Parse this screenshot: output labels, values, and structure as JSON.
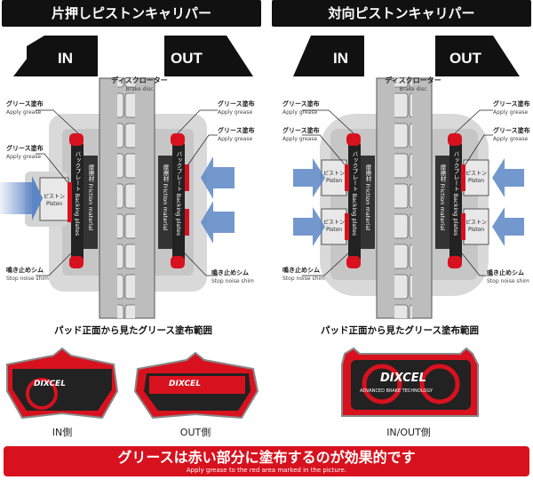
{
  "left_panel": {
    "title": "片押しピストンキャリパー",
    "in_label": "IN",
    "out_label": "OUT",
    "disc": {
      "jp": "ディスクローター",
      "en": "Brake disc"
    },
    "grease_jp": "グリース塗布",
    "grease_en": "Apply grease",
    "shim_jp": "鳴き止めシム",
    "shim_en": "Stop noise shim",
    "piston_jp": "ピストン",
    "piston_en": "Piston",
    "backing": "バックプレート Backing plates",
    "friction": "摩擦材 Friction material",
    "caption": "パッド正面から見たグリース塗布範囲",
    "pad_in": "IN側",
    "pad_out": "OUT側"
  },
  "right_panel": {
    "title": "対向ピストンキャリパー",
    "in_label": "IN",
    "out_label": "OUT",
    "disc": {
      "jp": "ディスクローター",
      "en": "Brake disc"
    },
    "caption": "パッド正面から見たグリース塗布範囲",
    "pad_inout": "IN/OUT側"
  },
  "brand": "DIXCEL",
  "brand_sub": "ADVANCED BRAKE TECHNOLOGY",
  "banner": {
    "main": "グリースは赤い部分に塗布するのが効果的です",
    "sub": "Apply grease to the red area marked in the picture."
  },
  "colors": {
    "red": "#d8111e",
    "arrow": "#5b86c6",
    "dark": "#111111"
  }
}
